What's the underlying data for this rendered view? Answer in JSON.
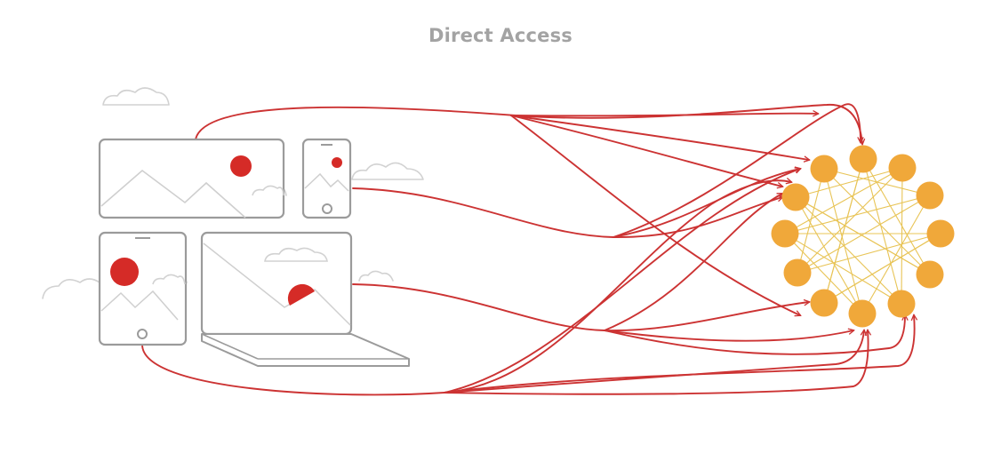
{
  "title": "Direct Access",
  "colors": {
    "device_outline": "#9b9b9b",
    "cloud_outline": "#d2d2d2",
    "mountain_line": "#cfcfcf",
    "accent_red": "#d52b27",
    "connection_red": "#cc3333",
    "node_orange": "#f0a83a",
    "mesh_line": "#e8c456"
  },
  "devices": [
    {
      "name": "tv",
      "icon": "tv-icon"
    },
    {
      "name": "phone",
      "icon": "phone-icon"
    },
    {
      "name": "tablet",
      "icon": "tablet-icon"
    },
    {
      "name": "laptop",
      "icon": "laptop-icon"
    }
  ],
  "network": {
    "node_count": 12,
    "icon": "server-node-icon"
  }
}
